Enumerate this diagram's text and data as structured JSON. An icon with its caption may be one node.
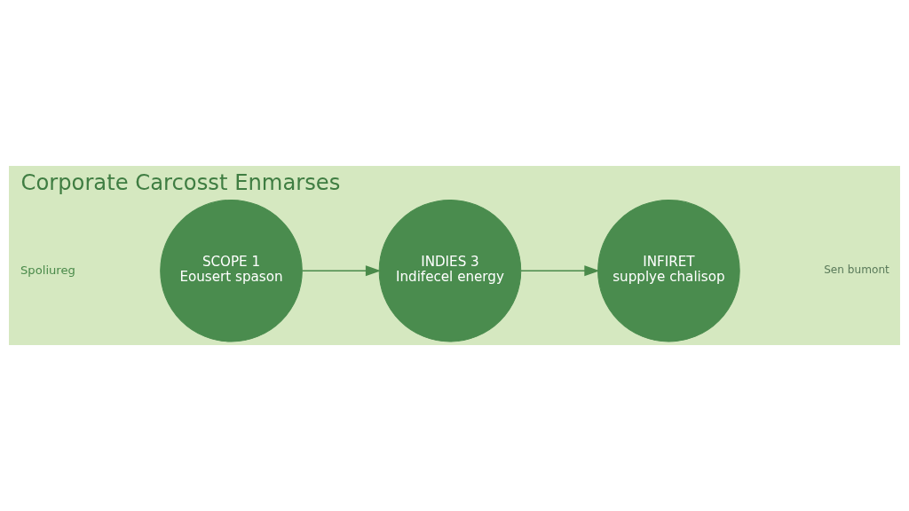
{
  "diagram": {
    "title": "Corporate Carcosst Enmarses",
    "nodes": [
      {
        "text": [
          "SCOPE 1",
          "Eousert spason"
        ]
      },
      {
        "text": [
          "INDIES 3",
          "Indifecel energy"
        ]
      },
      {
        "text": [
          "INFIRET",
          "supplye chalisop"
        ]
      }
    ],
    "edges": [
      {
        "from": 0,
        "to": 1,
        "arrow": "to"
      },
      {
        "from": 1,
        "to": 2,
        "arrow": "to"
      }
    ],
    "labels": [
      "Spoliureg",
      "Sen bumont"
    ]
  }
}
